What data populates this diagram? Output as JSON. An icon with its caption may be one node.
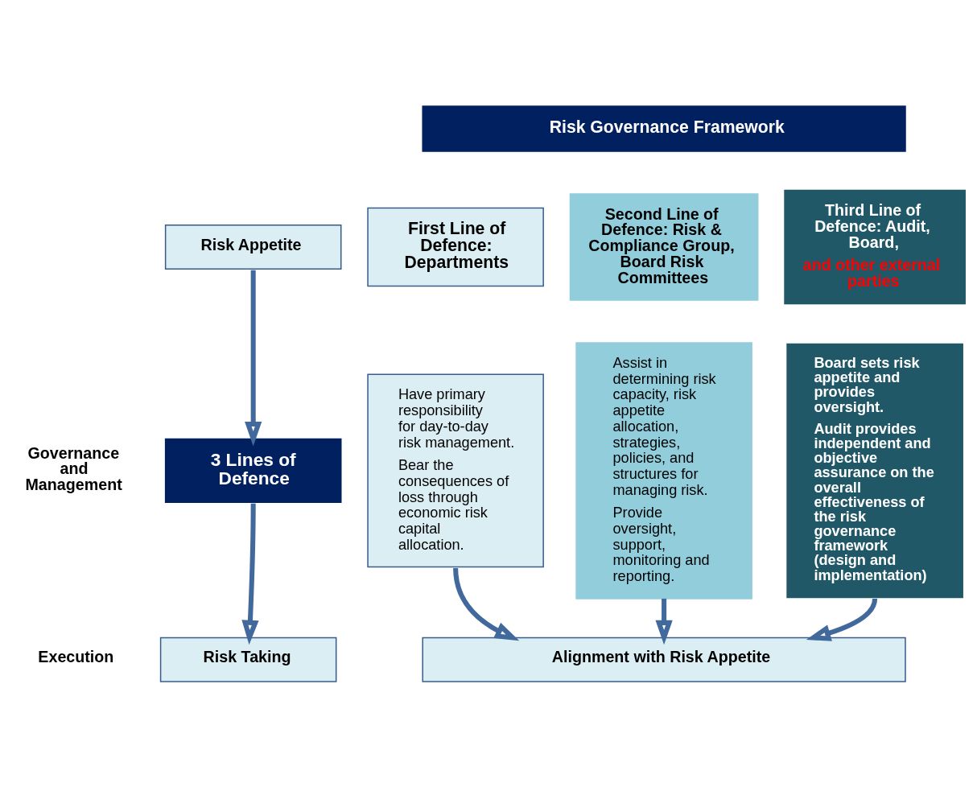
{
  "diagram": {
    "nodes": [
      {
        "text": [
          "Risk Governance Framework"
        ]
      },
      {
        "text": [
          "Risk Appetite"
        ]
      },
      {
        "text": [
          "3 Lines of Defence"
        ]
      },
      {
        "text": [
          "Risk Taking"
        ]
      },
      {
        "text": [
          "First Line of Defence: Departments"
        ]
      },
      {
        "text": [
          "Second Line of Defence: Risk & Compliance Group, Board Risk Committees"
        ]
      },
      {
        "text": [
          "Third Line of Defence: Audit, Board,",
          "and other external parties"
        ]
      },
      {
        "text": [
          "Have primary responsibility for day-to-day risk management.",
          "Bear the consequences of loss through economic risk capital allocation."
        ]
      },
      {
        "text": [
          "Assist in determining risk capacity, risk appetite allocation, strategies, policies, and structures for managing risk.",
          "Provide oversight, support, monitoring and reporting."
        ]
      },
      {
        "text": [
          "Board sets risk appetite and provides oversight.",
          "Audit provides independent and objective assurance on the overall effectiveness of the risk governance framework (design and implementation)"
        ]
      },
      {
        "text": [
          "Alignment with Risk Appetite"
        ]
      }
    ],
    "edges": [
      {
        "from": 1,
        "to": 2,
        "arrow": "to"
      },
      {
        "from": 2,
        "to": 3,
        "arrow": "to"
      },
      {
        "from": 7,
        "to": 10,
        "arrow": "to"
      },
      {
        "from": 8,
        "to": 10,
        "arrow": "to"
      },
      {
        "from": 9,
        "to": 10,
        "arrow": "to"
      }
    ],
    "labels": [
      "Governance and Management",
      "Execution"
    ]
  }
}
